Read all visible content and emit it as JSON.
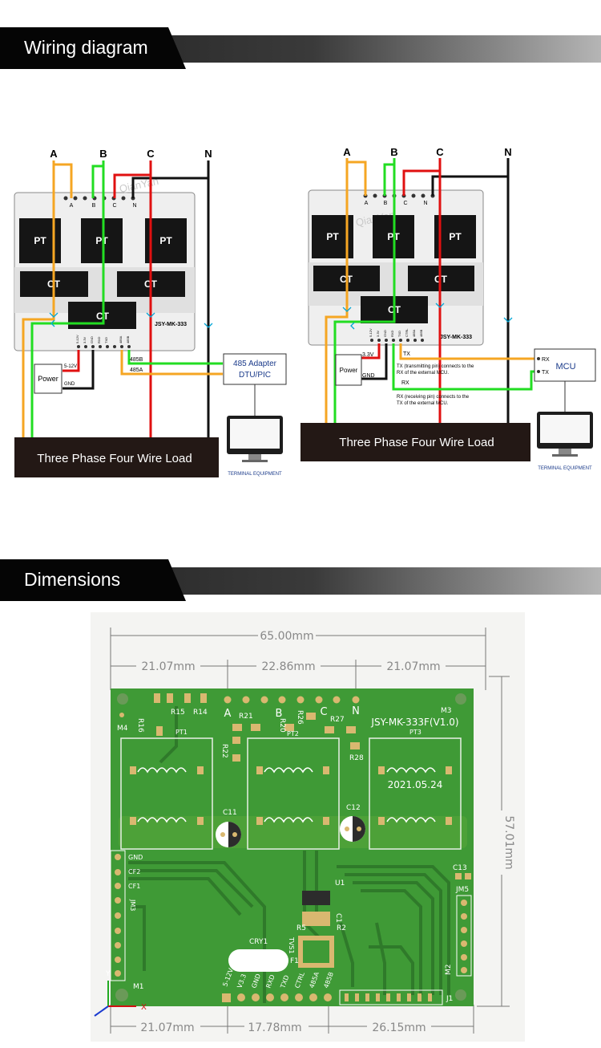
{
  "sections": {
    "wiring_title": "Wiring diagram",
    "dimensions_title": "Dimensions"
  },
  "phase_labels": [
    "A",
    "B",
    "C",
    "N"
  ],
  "board_pins": [
    "A",
    "B",
    "C",
    "N"
  ],
  "watermark": "QianYan",
  "left": {
    "pt_labels": [
      "PT",
      "PT",
      "PT"
    ],
    "ct_labels": [
      "CT",
      "CT",
      "CT"
    ],
    "model": "JSY-MK-333",
    "bottom_pins": [
      "485B",
      "485A",
      "TXD",
      "RXD",
      "GND",
      "3.3V",
      "5-12V"
    ],
    "power_label": "Power",
    "power_pos": "5-12V",
    "power_gnd": "GND",
    "adapter_line1": "485 Adapter",
    "adapter_line2": "DTU/PIC",
    "wire_485b": "485B",
    "wire_485a": "485A",
    "load_label": "Three Phase Four Wire Load",
    "terminal_label": "TERMINAL EQUIPMENT"
  },
  "right": {
    "pt_labels": [
      "PT",
      "PT",
      "PT"
    ],
    "ct_labels": [
      "CT",
      "CT",
      "CT"
    ],
    "model": "JSY-MK-333",
    "bottom_pins": [
      "5-12V",
      "3.3V",
      "GND",
      "RXD",
      "TXD",
      "CTRL",
      "485A",
      "485B"
    ],
    "power_label": "Power",
    "power_pos": "3.3V",
    "power_gnd": "GND",
    "tx_label": "TX",
    "tx_note_1": "TX (transmitting pin) connects to the",
    "tx_note_2": "RX of the external MCU.",
    "rx_label": "RX",
    "rx_note_1": "RX (receiving pin) connects to the",
    "rx_note_2": "TX of the external MCU.",
    "mcu_label": "MCU",
    "mcu_rx": "RX",
    "mcu_tx": "TX",
    "load_label": "Three Phase Four Wire Load",
    "terminal_label": "TERMINAL EQUIPMENT"
  },
  "pcb": {
    "dim_total": "65.00mm",
    "dim_top_left": "21.07mm",
    "dim_top_mid": "22.86mm",
    "dim_top_right": "21.07mm",
    "dim_height": "57.01mm",
    "dim_bot_left": "21.07mm",
    "dim_bot_mid": "17.78mm",
    "dim_bot_right": "26.15mm",
    "title": "JSY-MK-333F(V1.0)",
    "date": "2021.05.24",
    "pin_letters": [
      "A",
      "B",
      "C",
      "N"
    ],
    "pt_labels": [
      "PT1",
      "PT2",
      "PT3"
    ],
    "mount_labels": [
      "M1",
      "M2",
      "M3",
      "M4"
    ],
    "resistors": [
      "R16",
      "R15",
      "R14",
      "R21",
      "R20",
      "R26",
      "R27",
      "R22",
      "R28",
      "R5",
      "R2"
    ],
    "caps": [
      "C11",
      "C12",
      "C13",
      "C1"
    ],
    "left_pins": [
      "GND",
      "CF2",
      "CF1"
    ],
    "jm3": "JM3",
    "jm5": "JM5",
    "j1": "J1",
    "u1": "U1",
    "cry1": "CRY1",
    "tvs1": "TVS1",
    "f1": "F1",
    "bottom_pins": [
      "5-12V",
      "V3.3",
      "GND",
      "RXD",
      "TXD",
      "CTRL",
      "485A",
      "485B"
    ],
    "axis_x": "X",
    "axis_y": "Y"
  },
  "colors": {
    "phase_a": "#f5a623",
    "phase_b": "#22dd22",
    "phase_c": "#e01010",
    "neutral": "#111111",
    "pcb_green": "#3f9a36",
    "pcb_dark": "#2f7a2a",
    "dim_line": "#777777"
  },
  "icons": {
    "ct_arrow": "chevron-down",
    "terminal": "monitor-icon"
  }
}
